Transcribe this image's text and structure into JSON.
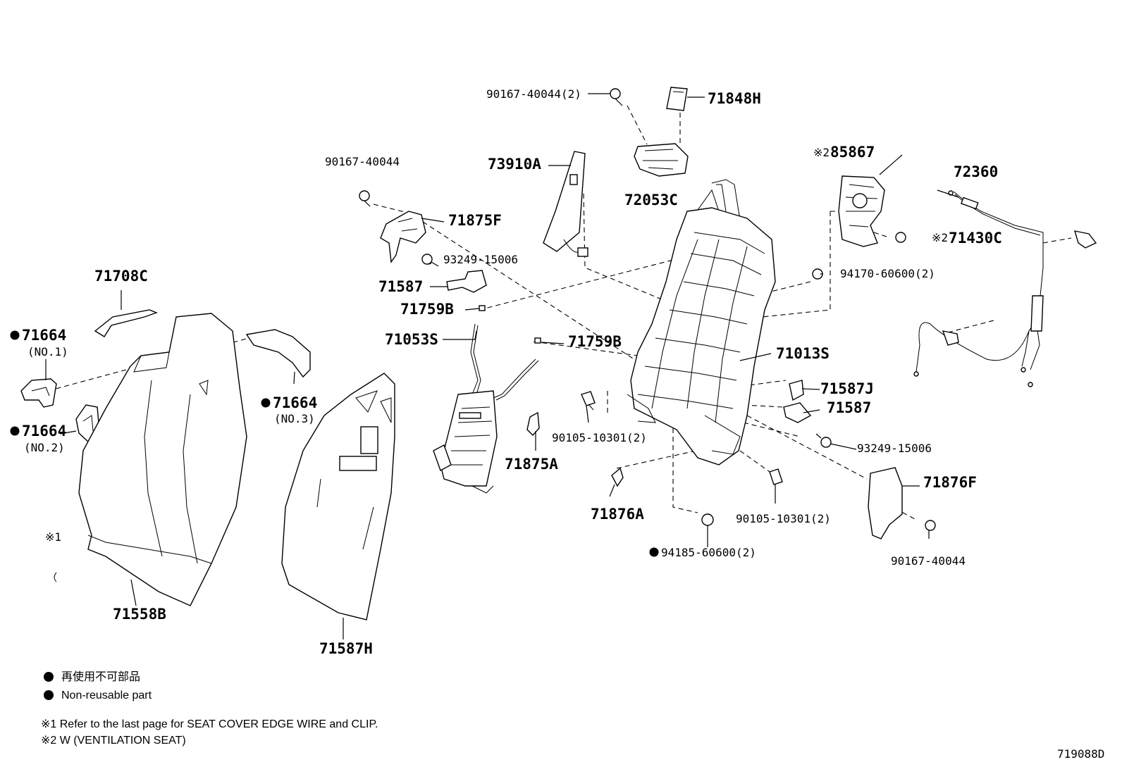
{
  "callouts": {
    "c_90167_40044_2_top": "90167-40044(2)",
    "c_71848H": "71848H",
    "c_90167_40044_a": "90167-40044",
    "c_73910A": "73910A",
    "c_72053C": "72053C",
    "c_85867": "85867",
    "c_72360": "72360",
    "c_71875F": "71875F",
    "c_71430C": "71430C",
    "c_93249_15006_a": "93249-15006",
    "c_71587_a": "71587",
    "c_94170_60600_2": "94170-60600(2)",
    "c_71759B_a": "71759B",
    "c_71708C": "71708C",
    "c_71053S": "71053S",
    "c_71759B_b": "71759B",
    "c_71013S": "71013S",
    "c_71664_no1": "71664",
    "c_no1": "(NO.1)",
    "c_71587J": "71587J",
    "c_71587_b": "71587",
    "c_71664_no3": "71664",
    "c_no3": "(NO.3)",
    "c_90105_10301_2_a": "90105-10301(2)",
    "c_93249_15006_b": "93249-15006",
    "c_71664_no2": "71664",
    "c_no2": "(NO.2)",
    "c_71875A": "71875A",
    "c_71876F": "71876F",
    "c_71876A": "71876A",
    "c_90105_10301_2_b": "90105-10301(2)",
    "c_ref1": "※1",
    "c_94185_60600_2": "94185-60600(2)",
    "c_90167_40044_b": "90167-40044",
    "c_71558B": "71558B",
    "c_71587H": "71587H",
    "c_ref2a": "※2",
    "c_ref2b": "※2"
  },
  "legend": {
    "jp": "再使用不可部品",
    "en": "Non-reusable part"
  },
  "notes": {
    "n1": "※1  Refer to the last page for SEAT COVER EDGE WIRE and CLIP.",
    "n2": "※2  W (VENTILATION  SEAT)"
  },
  "diagram_code": "719088D"
}
